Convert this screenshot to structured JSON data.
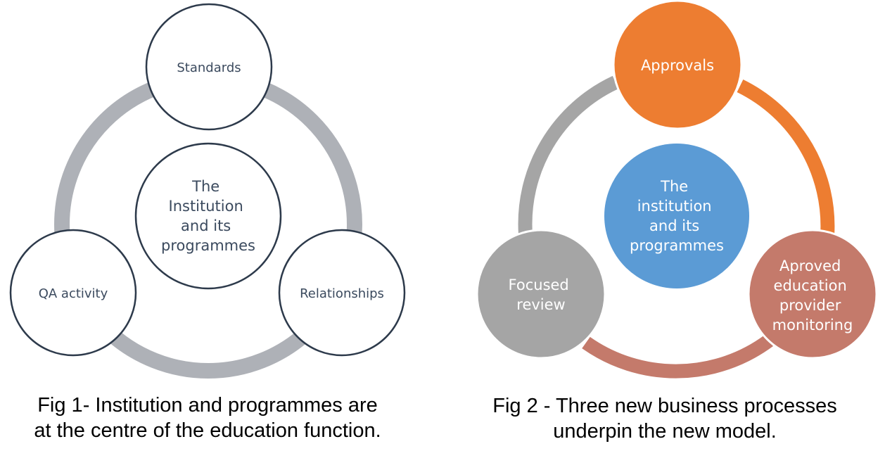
{
  "fig1": {
    "center": [
      "The",
      "Institution",
      "and its",
      "programmes"
    ],
    "nodes": {
      "top": [
        "Standards"
      ],
      "left": [
        "QA activity"
      ],
      "right": [
        "Relationships"
      ]
    },
    "caption": [
      "Fig 1- Institution and programmes are",
      "at the centre of the education function."
    ],
    "colors": {
      "ring": "#aeb1b7",
      "node_stroke": "#2d3a4b",
      "node_fill": "#ffffff",
      "text": "#3b4a5e"
    }
  },
  "fig2": {
    "center": [
      "The",
      "institution",
      "and its",
      "programmes"
    ],
    "nodes": {
      "top": [
        "Approvals"
      ],
      "left": [
        "Focused",
        "review"
      ],
      "right": [
        "Aproved",
        "education",
        "provider",
        "monitoring"
      ]
    },
    "caption": [
      "Fig 2 - Three new business processes",
      "underpin the new model."
    ],
    "colors": {
      "center_fill": "#5b9bd5",
      "approvals_fill": "#ed7d31",
      "focused_fill": "#a5a5a5",
      "monitoring_fill": "#c47a6b",
      "text": "#ffffff"
    }
  }
}
